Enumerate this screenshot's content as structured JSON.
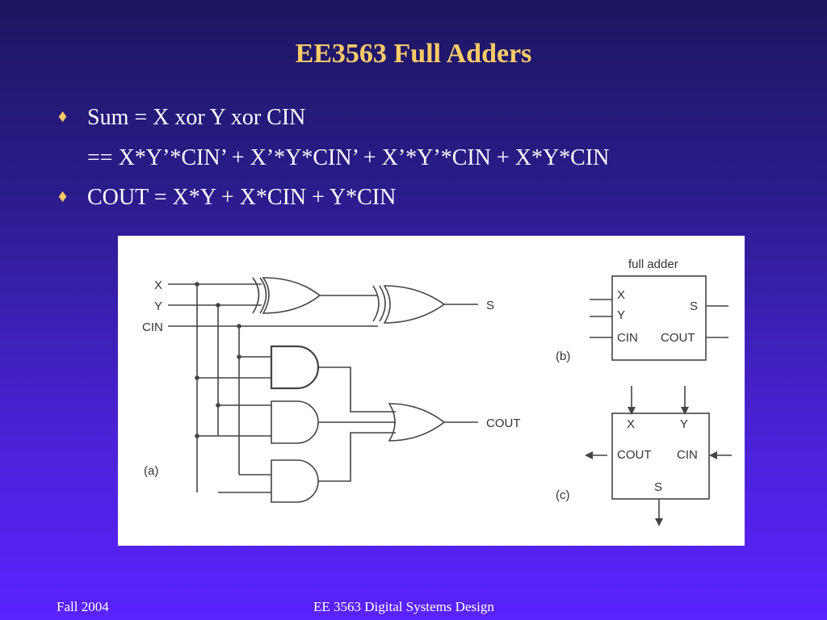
{
  "slide": {
    "title": "EE3563 Full Adders",
    "bullets": [
      {
        "glyph": "♦",
        "text": "Sum = X xor Y xor CIN"
      },
      {
        "glyph": "",
        "text": "== X*Y’*CIN’ + X’*Y*CIN’ + X’*Y’*CIN + X*Y*CIN"
      },
      {
        "glyph": "♦",
        "text": "COUT = X*Y + X*CIN + Y*CIN"
      }
    ],
    "footer_left": "Fall 2004",
    "footer_center": "EE 3563 Digital Systems Design"
  },
  "diagram": {
    "inputs": [
      "X",
      "Y",
      "CIN"
    ],
    "outputs": [
      "S",
      "COUT"
    ],
    "label_a": "(a)",
    "label_b": "(b)",
    "label_c": "(c)",
    "block_b": {
      "title": "full adder",
      "in_x": "X",
      "in_y": "Y",
      "in_cin": "CIN",
      "out_s": "S",
      "out_cout": "COUT"
    },
    "block_c": {
      "in_x": "X",
      "in_y": "Y",
      "cout": "COUT",
      "cin": "CIN",
      "s": "S"
    }
  }
}
